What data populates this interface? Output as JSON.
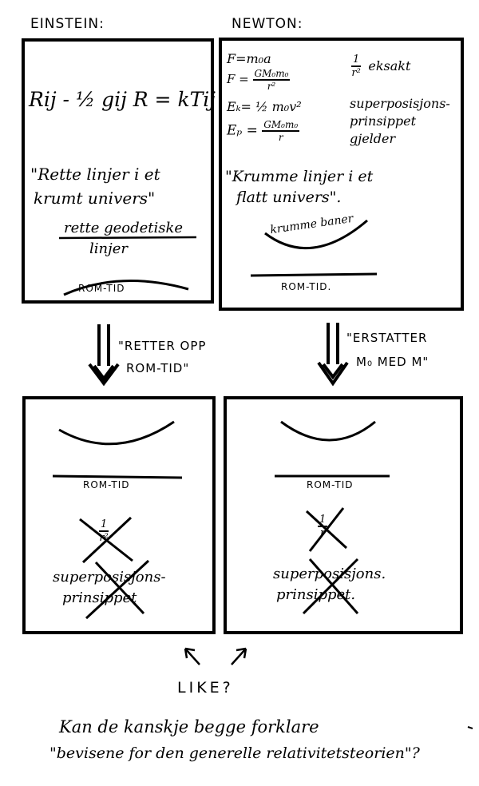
{
  "einstein": {
    "heading": "EINSTEIN:",
    "equation": "Rij - ½ gij R = kTij",
    "quote_line1": "\"Rette linjer i et",
    "quote_line2": "krumt univers\"",
    "geodesic_line1": "rette geodetiske",
    "geodesic_line2": "linjer",
    "spacetime": "ROM-TID"
  },
  "newton": {
    "heading": "NEWTON:",
    "eq1": "F=m₀a",
    "eq2_lhs": "F =",
    "eq2_num": "GM₀m₀",
    "eq2_den": "r²",
    "eq3": "Eₖ= ½ m₀v²",
    "eq4_lhs": "Eₚ =",
    "eq4_num": "GM₀m₀",
    "eq4_den": "r",
    "inv_num": "1",
    "inv_den": "r²",
    "inv_note": "eksakt",
    "sup_line1": "superposisjons-",
    "sup_line2": "prinsippet",
    "sup_line3": "gjelder",
    "quote_line1": "\"Krumme linjer i et",
    "quote_line2": "flatt univers\".",
    "orbits": "krumme baner",
    "spacetime": "ROM-TID."
  },
  "arrows": {
    "left_line1": "\"RETTER OPP",
    "left_line2": "ROM-TID\"",
    "right_line1": "\"ERSTATTER",
    "right_line2": "M₀ MED M\""
  },
  "bottom_left": {
    "spacetime": "ROM-TID",
    "inv_num": "1",
    "inv_den": "r²",
    "sup_line1": "superposisjons-",
    "sup_line2": "prinsippet"
  },
  "bottom_right": {
    "spacetime": "ROM-TID",
    "inv_num": "1",
    "inv_den": "r",
    "sup_line1": "superposisjons.",
    "sup_line2": "prinsippet."
  },
  "like_label": "LIKE?",
  "footer": {
    "line1": "Kan de kanskje begge forklare",
    "line2": "\"bevisene for den generelle relativitetsteorien\"?"
  }
}
